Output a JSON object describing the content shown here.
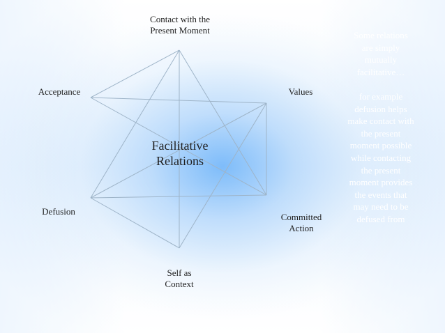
{
  "colors": {
    "line": "#9eb4c8",
    "text": "#1f1f1f",
    "note_text": "#ffffff",
    "glow": "#78b9fa"
  },
  "nodes": {
    "top": "Contact with the\nPresent Moment",
    "upper_left": "Acceptance",
    "upper_right": "Values",
    "lower_left": "Defusion",
    "lower_right": "Committed\nAction",
    "bottom": "Self as\nContext"
  },
  "center_title": "Facilitative\nRelations",
  "side_note": "Some relations are simply mutually facilitative…\n\nfor example defusion helps make contact with the present moment possible while contacting the present moment provides the events that may need to be defused from"
}
